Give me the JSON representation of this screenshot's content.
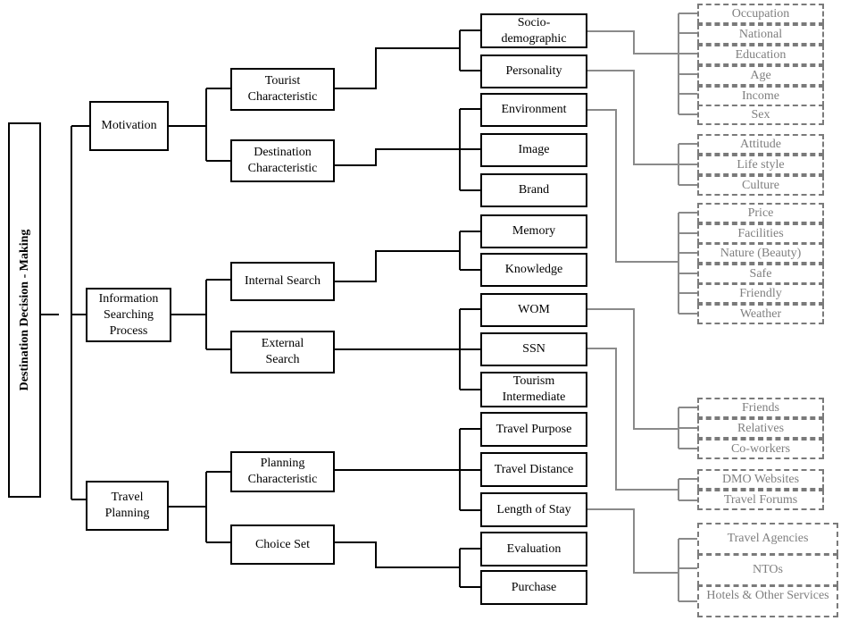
{
  "root": "Destination Decision - Making",
  "level1": {
    "motivation": [
      "Motivation"
    ],
    "info": [
      "Information",
      "Searching",
      "Process"
    ],
    "travel": [
      "Travel",
      "Planning"
    ]
  },
  "level2": {
    "tourist": [
      "Tourist",
      "Characteristic"
    ],
    "destination": [
      "Destination",
      "Characteristic"
    ],
    "internal": [
      "Internal Search"
    ],
    "external": [
      "External",
      "Search"
    ],
    "planning": [
      "Planning",
      "Characteristic"
    ],
    "choice": [
      "Choice Set"
    ]
  },
  "level3": {
    "socio": [
      "Socio-",
      "demographic"
    ],
    "personality": [
      "Personality"
    ],
    "environment": [
      "Environment"
    ],
    "image": [
      "Image"
    ],
    "brand": [
      "Brand"
    ],
    "memory": [
      "Memory"
    ],
    "knowledge": [
      "Knowledge"
    ],
    "wom": [
      "WOM"
    ],
    "ssn": [
      "SSN"
    ],
    "tourism": [
      "Tourism",
      "Intermediate"
    ],
    "purpose": [
      "Travel Purpose"
    ],
    "distance": [
      "Travel Distance"
    ],
    "length": [
      "Length of Stay"
    ],
    "evaluation": [
      "Evaluation"
    ],
    "purchase": [
      "Purchase"
    ]
  },
  "level4": {
    "socio_group": [
      "Occupation",
      "National",
      "Education",
      "Age",
      "Income",
      "Sex"
    ],
    "personality_group": [
      "Attitude",
      "Life style",
      "Culture"
    ],
    "environment_group": [
      "Price",
      "Facilities",
      "Nature (Beauty)",
      "Safe",
      "Friendly",
      "Weather"
    ],
    "wom_group": [
      "Friends",
      "Relatives",
      "Co-workers"
    ],
    "ssn_group": [
      "DMO Websites",
      "Travel Forums"
    ],
    "length_group": [
      "Travel Agencies",
      "NTOs",
      "Hotels & Other Services"
    ]
  }
}
